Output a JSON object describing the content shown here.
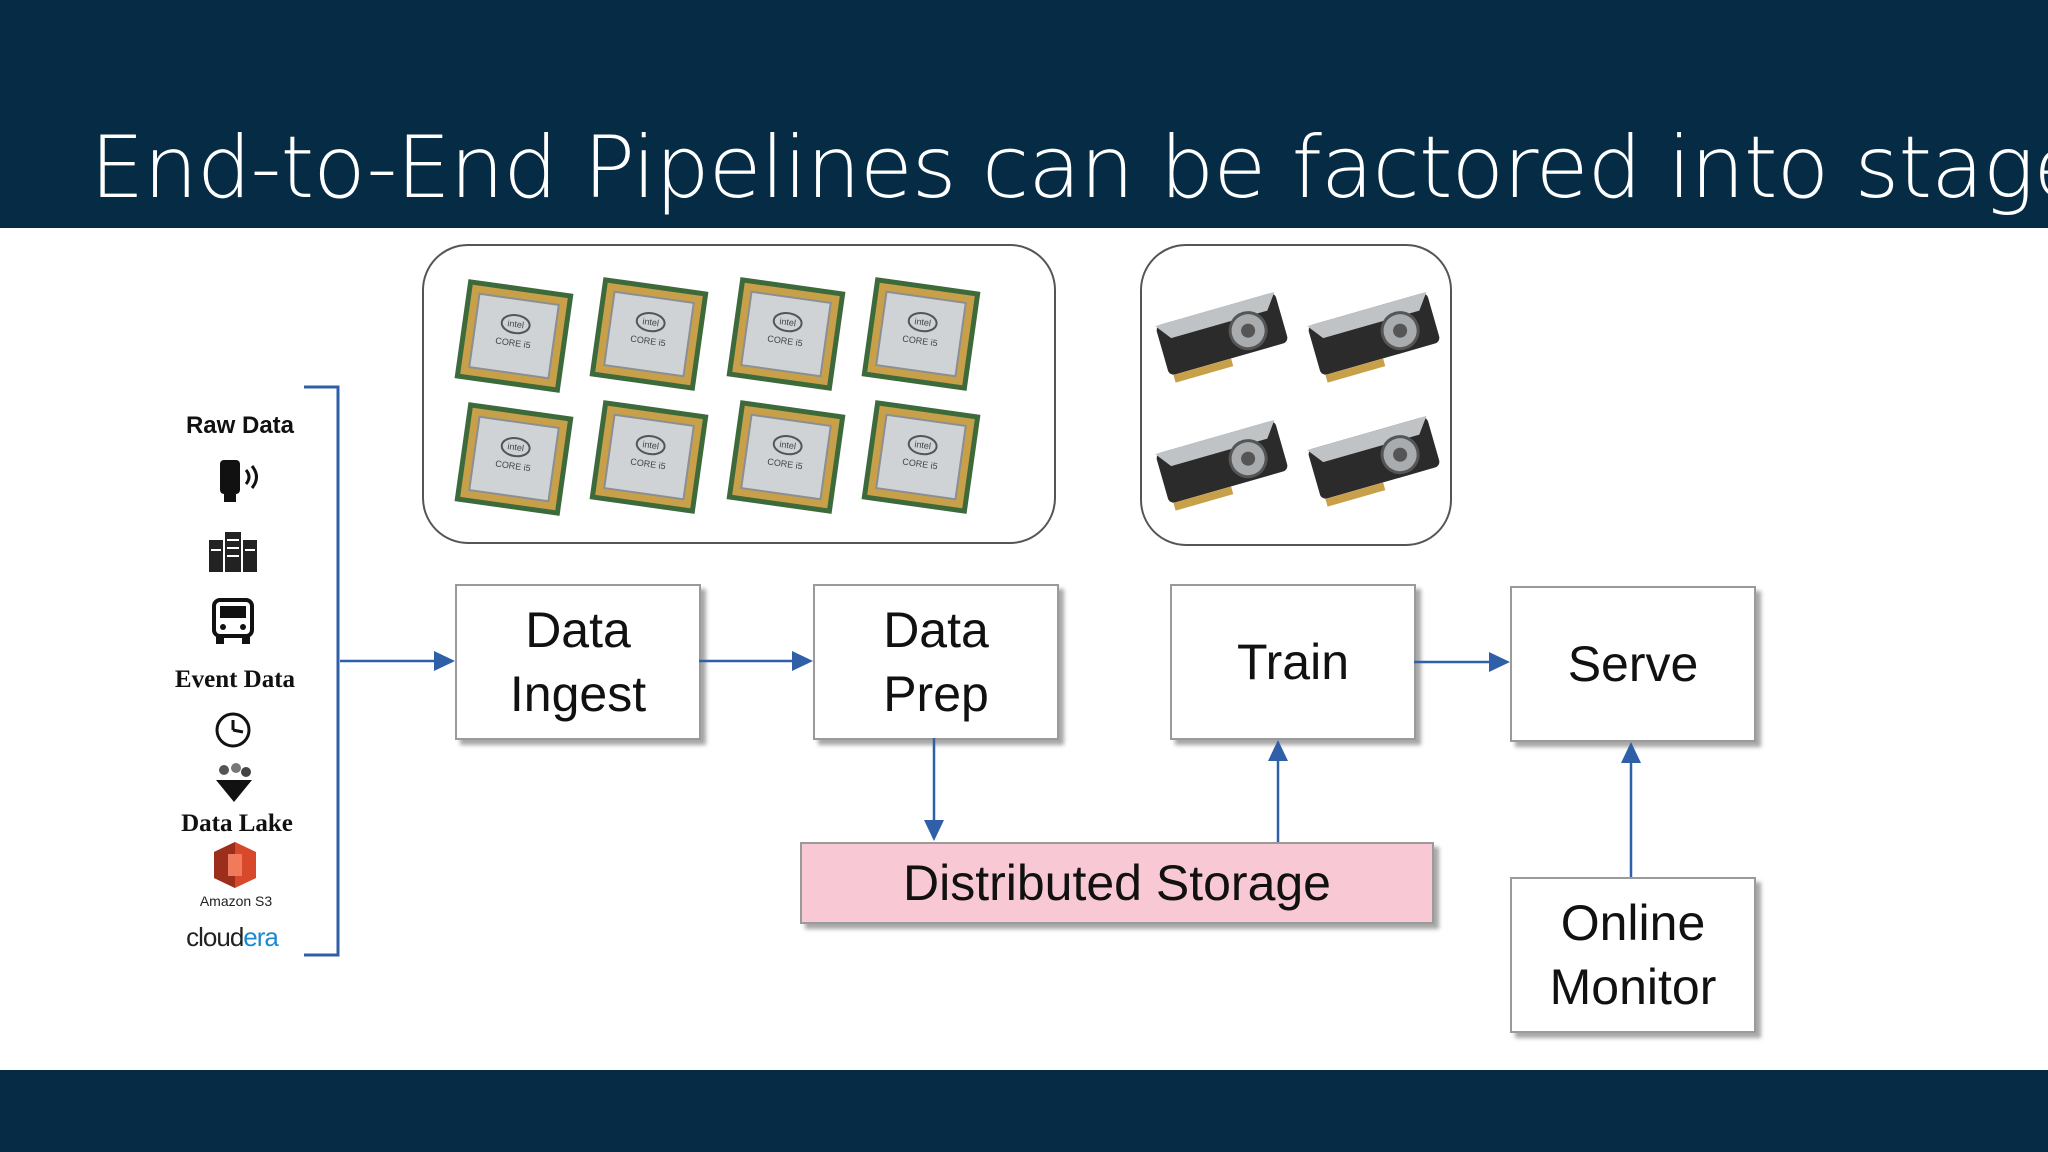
{
  "slide": {
    "title": "End-to-End Pipelines can be factored into stages"
  },
  "sources": {
    "raw_data_label": "Raw Data",
    "event_data_label": "Event Data",
    "data_lake_label": "Data Lake",
    "amazon_s3_label": "Amazon S3",
    "cloudera_logo": {
      "part1": "cloud",
      "part2": "era"
    }
  },
  "stages": {
    "data_ingest": "Data\nIngest",
    "data_prep": "Data\nPrep",
    "train": "Train",
    "serve": "Serve",
    "online_monitor": "Online\nMonitor"
  },
  "storage": {
    "label": "Distributed Storage"
  },
  "chips": {
    "brand": "intel",
    "model": "CORE i5",
    "count": 8
  },
  "gpus": {
    "count": 4
  },
  "colors": {
    "band": "#052b45",
    "arrow": "#2f5fa7",
    "storage_fill": "#f8c9d4",
    "s3_orange": "#d8482a",
    "cloudera_blue": "#1a8bd0"
  }
}
